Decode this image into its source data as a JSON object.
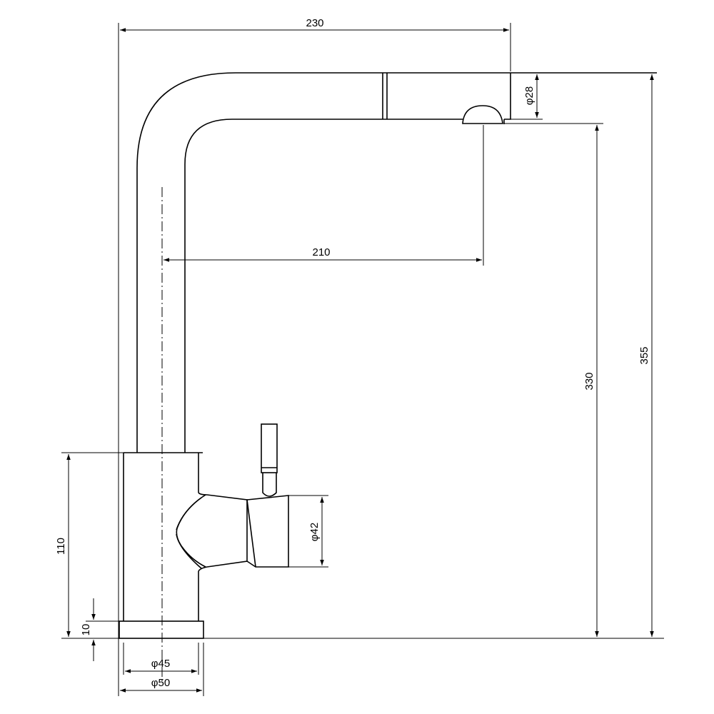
{
  "drawing": {
    "line_color": "#000000",
    "background": "#ffffff",
    "dimensions": {
      "total_reach": "230",
      "spout_reach": "210",
      "spout_height": "330",
      "total_height": "355",
      "body_height": "110",
      "base_thickness": "10",
      "spout_diameter": "φ28",
      "lever_diameter": "φ42",
      "body_diameter": "φ45",
      "base_diameter": "φ50"
    }
  }
}
